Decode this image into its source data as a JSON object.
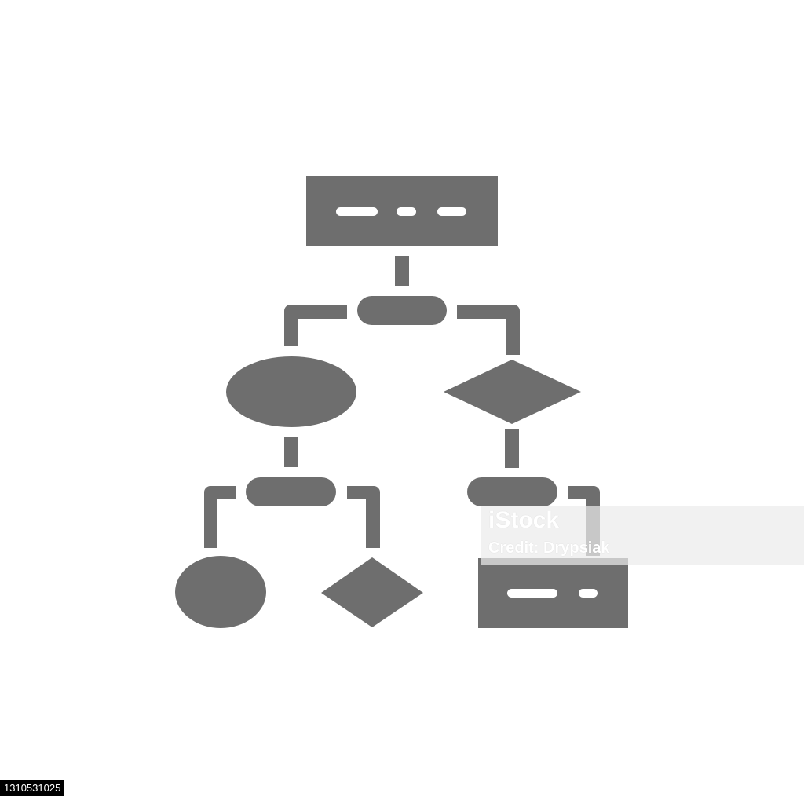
{
  "image": {
    "subject": "flowchart icon",
    "icon_name": "flowchart-glyph-icon",
    "colors": {
      "glyph": "#6e6e6e",
      "background": "#ffffff",
      "watermark": "#ffffff"
    }
  },
  "watermark": {
    "brand_text": "iStock",
    "credit_text": "Credit: Drypsiak"
  },
  "stock_id": "1310531025"
}
